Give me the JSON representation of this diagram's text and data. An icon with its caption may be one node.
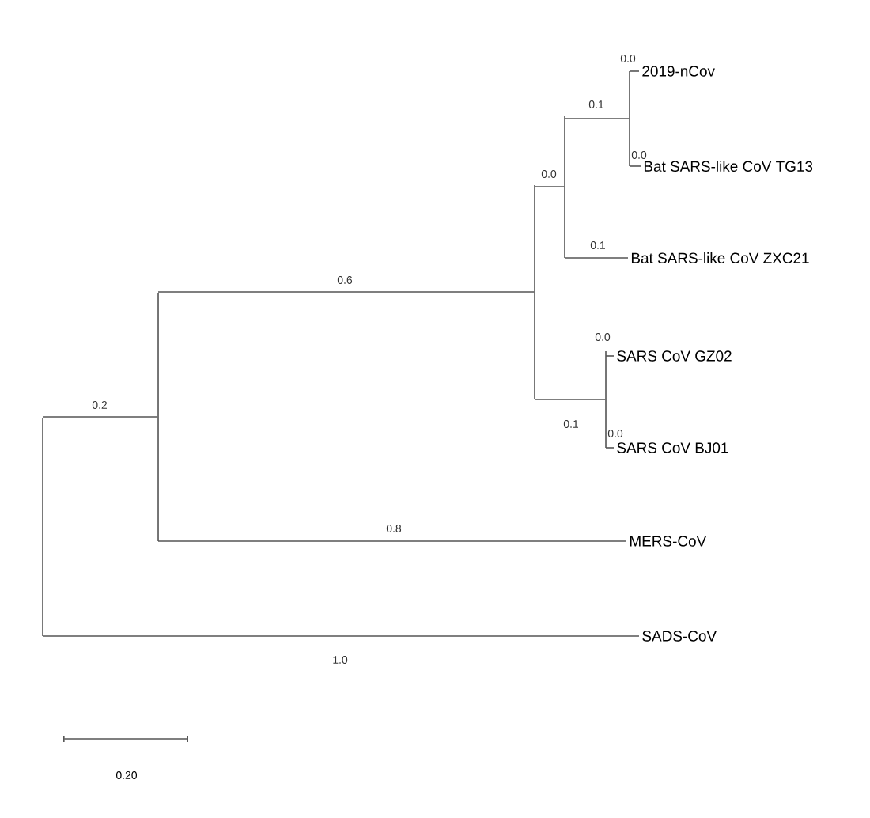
{
  "diagram": {
    "nodes": [
      {
        "text": [],
        "shape": "bar"
      },
      {
        "text": [],
        "shape": "bar"
      },
      {
        "text": [],
        "shape": "bar"
      },
      {
        "text": [],
        "shape": "bar"
      },
      {
        "text": [],
        "shape": "bar"
      },
      {
        "text": [],
        "shape": "bar"
      },
      {
        "text": [
          "2019-nCov"
        ]
      },
      {
        "text": [
          "Bat SARS-like CoV TG13"
        ]
      },
      {
        "text": [
          "Bat SARS-like CoV ZXC21"
        ]
      },
      {
        "text": [
          "SARS CoV GZ02"
        ]
      },
      {
        "text": [
          "SARS CoV BJ01"
        ]
      },
      {
        "text": [
          "MERS-CoV"
        ]
      },
      {
        "text": [
          "SADS-CoV"
        ]
      }
    ],
    "edges": [
      {
        "from": 0,
        "to": 1,
        "arrow": "none",
        "label": "0.2"
      },
      {
        "from": 0,
        "to": 12,
        "arrow": "none",
        "label": "1.0"
      },
      {
        "from": 1,
        "to": 2,
        "arrow": "none",
        "label": "0.6"
      },
      {
        "from": 1,
        "to": 11,
        "arrow": "none",
        "label": "0.8"
      },
      {
        "from": 2,
        "to": 3,
        "arrow": "none",
        "label": "0.0"
      },
      {
        "from": 2,
        "to": 4,
        "arrow": "none",
        "label": "0.1"
      },
      {
        "from": 3,
        "to": 5,
        "arrow": "none",
        "label": "0.1"
      },
      {
        "from": 3,
        "to": 8,
        "arrow": "none",
        "label": "0.1"
      },
      {
        "from": 5,
        "to": 6,
        "arrow": "none",
        "label": "0.0"
      },
      {
        "from": 5,
        "to": 7,
        "arrow": "none",
        "label": "0.0"
      },
      {
        "from": 4,
        "to": 9,
        "arrow": "none",
        "label": "0.0"
      },
      {
        "from": 4,
        "to": 10,
        "arrow": "none",
        "label": "0.0"
      }
    ],
    "labels": [
      "0.20"
    ]
  }
}
